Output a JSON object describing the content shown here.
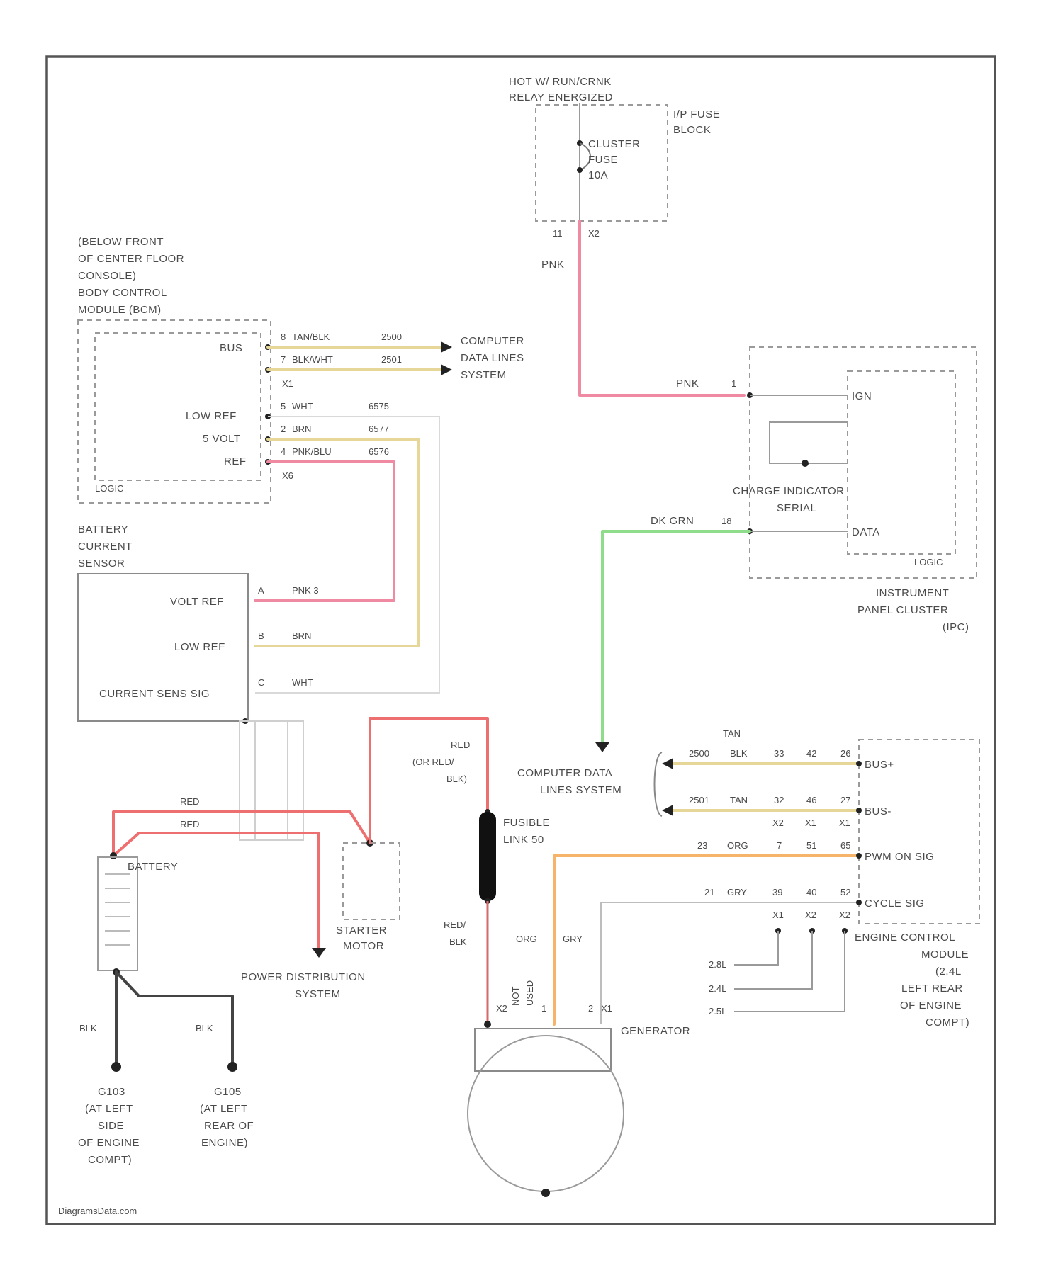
{
  "relay": {
    "line1": "HOT W/ RUN/CRNK",
    "line2": "RELAY ENERGIZED"
  },
  "ip_fuse_block": {
    "line1": "I/P FUSE",
    "line2": "BLOCK"
  },
  "cluster_fuse": {
    "line1": "CLUSTER",
    "line2": "FUSE",
    "line3": "10A"
  },
  "fuse_pins": {
    "left": "11",
    "right": "X2"
  },
  "wire_pnk": "PNK",
  "bcm": {
    "line1": "(BELOW FRONT",
    "line2": "OF CENTER FLOOR",
    "line3": "CONSOLE)",
    "line4": "BODY CONTROL",
    "line5": "MODULE (BCM)",
    "logic": "LOGIC",
    "bus": "BUS",
    "low_ref": "LOW REF",
    "five_volt": "5 VOLT",
    "ref": "REF",
    "x1": "X1",
    "x6": "X6"
  },
  "bcm_wires": {
    "r1": {
      "pin": "8",
      "color": "TAN/BLK",
      "circuit": "2500"
    },
    "r2": {
      "pin": "7",
      "color": "BLK/WHT",
      "circuit": "2501"
    },
    "r3": {
      "pin": "5",
      "color": "WHT",
      "circuit": "6575"
    },
    "r4": {
      "pin": "2",
      "color": "BRN",
      "circuit": "6577"
    },
    "r5": {
      "pin": "4",
      "color": "PNK/BLU",
      "circuit": "6576"
    }
  },
  "computer_data": {
    "line1": "COMPUTER",
    "line2": "DATA LINES",
    "line3": "SYSTEM"
  },
  "ipc": {
    "ign": "IGN",
    "pin1": "1",
    "charge1": "CHARGE INDICATOR",
    "charge2": "SERIAL",
    "data": "DATA",
    "logic": "LOGIC",
    "line1": "INSTRUMENT",
    "line2": "PANEL CLUSTER",
    "line3": "(IPC)",
    "wire_dkgrn": "DK GRN",
    "pin_dkgrn": "18"
  },
  "sensor": {
    "line1": "BATTERY",
    "line2": "CURRENT",
    "line3": "SENSOR",
    "volt_ref": "VOLT REF",
    "low_ref": "LOW REF",
    "current_sens": "CURRENT SENS SIG",
    "pin_a": "A",
    "pin_b": "B",
    "pin_c": "C",
    "wire_a": "PNK 3",
    "wire_b": "BRN",
    "wire_c": "WHT"
  },
  "battery": {
    "label": "BATTERY",
    "red1": "RED",
    "red2": "RED"
  },
  "starter": {
    "line1": "STARTER",
    "line2": "MOTOR"
  },
  "pds": {
    "line1": "POWER DISTRIBUTION",
    "line2": "SYSTEM"
  },
  "grounds": [
    {
      "id": "G103",
      "line1": "(AT LEFT",
      "line2": "SIDE",
      "line3": "OF ENGINE",
      "line4": "COMPT)",
      "wire": "BLK"
    },
    {
      "id": "G105",
      "line1": "(AT LEFT",
      "line2": "REAR OF",
      "line3": "ENGINE)",
      "wire": "BLK"
    }
  ],
  "fusible": {
    "line1": "FUSIBLE",
    "line2": "LINK 50",
    "upper1": "RED",
    "upper2": "(OR RED/",
    "upper3": "BLK)",
    "lower1": "RED/",
    "lower2": "BLK"
  },
  "generator": {
    "label": "GENERATOR",
    "pin_x2": "X2",
    "pin_1": "1",
    "pin_2": "2",
    "pin_x1": "X1",
    "not_used1": "NOT",
    "not_used2": "USED",
    "wire_org": "ORG",
    "wire_gry": "GRY"
  },
  "ecm_data": {
    "line1": "COMPUTER DATA",
    "line2": "LINES SYSTEM"
  },
  "ecm": {
    "tan_header": "TAN",
    "rows": [
      {
        "circuit": "2500",
        "color": "BLK",
        "p1": "33",
        "p2": "42",
        "p3": "26",
        "name": "BUS+"
      },
      {
        "circuit": "2501",
        "color": "TAN",
        "p1": "32",
        "p2": "46",
        "p3": "27",
        "name": "BUS-"
      },
      {
        "circuit": "23",
        "color": "ORG",
        "p1": "7",
        "p2": "51",
        "p3": "65",
        "name": "PWM ON SIG"
      },
      {
        "circuit": "21",
        "color": "GRY",
        "p1": "39",
        "p2": "40",
        "p3": "52",
        "name": "CYCLE SIG"
      }
    ],
    "conn_row_mid": {
      "a": "X2",
      "b": "X1",
      "c": "X1"
    },
    "conn_row_bot": {
      "a": "X1",
      "b": "X2",
      "c": "X2"
    },
    "engines": {
      "e1": "2.8L",
      "e2": "2.4L",
      "e3": "2.5L"
    },
    "line1": "ENGINE CONTROL",
    "line2": "MODULE",
    "line3": "(2.4L",
    "line4": "LEFT REAR",
    "line5": "OF ENGINE",
    "line6": "COMPT)"
  },
  "watermark": "DiagramsData.com",
  "colors": {
    "pink": "#ef8aa2",
    "yellow": "#e6d798",
    "tan": "#d9c189",
    "red": "#ee6f70",
    "green": "#8fdc8a",
    "orange": "#f5b46a",
    "black": "#444444",
    "grey": "#bdbdbd"
  }
}
